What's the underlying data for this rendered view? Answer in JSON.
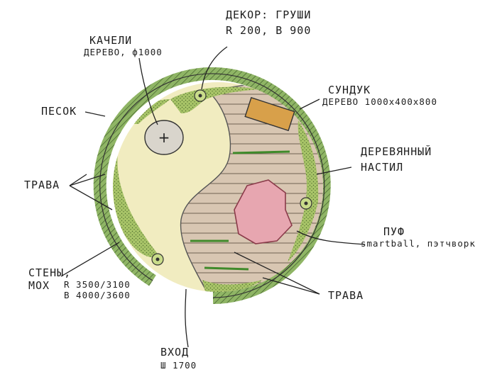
{
  "labels": {
    "swing": {
      "title": "КАЧЕЛИ",
      "detail": "ДЕРЕВО, ф1000"
    },
    "decor": {
      "title": "ДЕКОР: ГРУШИ",
      "detail": "R 200, В 900"
    },
    "sand": {
      "title": "ПЕСОК"
    },
    "chest": {
      "title": "СУНДУК",
      "detail": "ДЕРЕВО 1000х400х800"
    },
    "deck": {
      "line1": "ДЕРЕВЯННЫЙ",
      "line2": "НАСТИЛ"
    },
    "grass_left": {
      "title": "ТРАВА"
    },
    "pouf": {
      "title": "ПУФ",
      "detail": "smartball, пэтчворк"
    },
    "walls": {
      "title": "СТЕНЫ,",
      "material": "МОХ",
      "radius": "R 3500/3100",
      "height": "В 4000/3600"
    },
    "grass_right": {
      "title": "ТРАВА"
    },
    "entrance": {
      "title": "ВХОД",
      "width": "Ш 1700"
    }
  },
  "swing_symbol": "+",
  "colors": {
    "wall_green": "#7fa55a",
    "grass_green": "#a9c46a",
    "sand_fill": "#f1ecc0",
    "deck_fill": "#d9c7b3",
    "deck_line": "#7a6a5a",
    "pouf_pink": "#e7a6b0",
    "chest_orange": "#d8a04a",
    "outline": "#333333"
  }
}
